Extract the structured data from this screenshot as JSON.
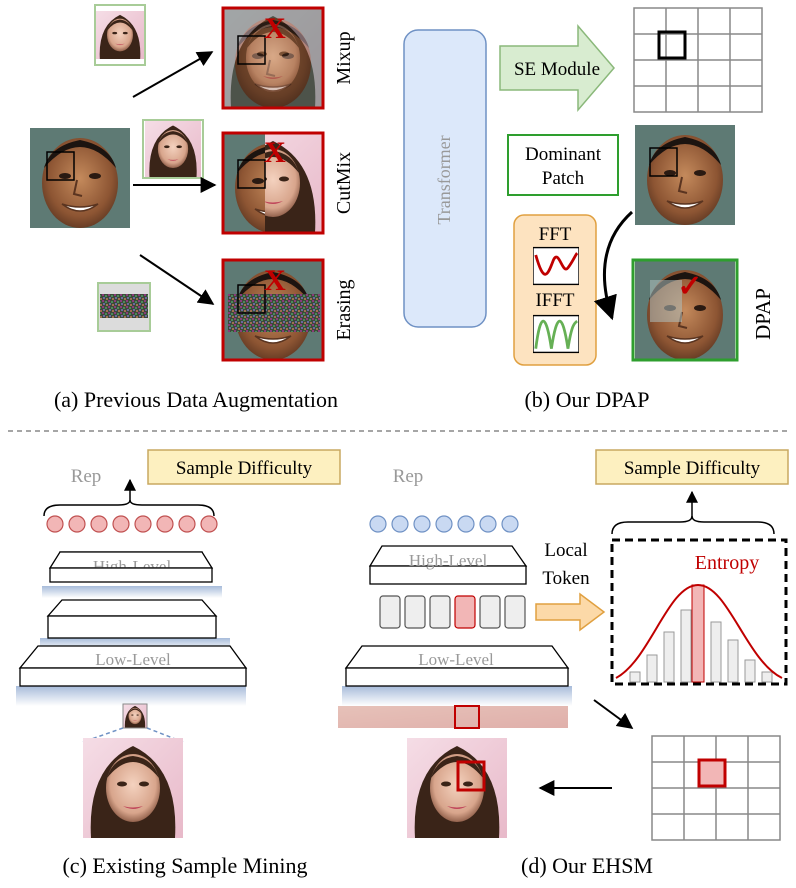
{
  "panel_a": {
    "caption": "(a) Previous Data Augmentation",
    "methods": [
      "Mixup",
      "CutMix",
      "Erasing"
    ],
    "reject_mark": "X"
  },
  "panel_b": {
    "caption": "(b) Our DPAP",
    "transformer_label": "Transformer",
    "se_module_label": "SE Module",
    "dominant_patch_line1": "Dominant",
    "dominant_patch_line2": "Patch",
    "fft_label": "FFT",
    "ifft_label": "IFFT",
    "dpap_label": "DPAP",
    "accept_mark": "✓"
  },
  "panel_c": {
    "caption": "(c) Existing Sample Mining",
    "rep_label": "Rep",
    "sample_difficulty_label": "Sample Difficulty",
    "high_level_label": "High-Level",
    "low_level_label": "Low-Level"
  },
  "panel_d": {
    "caption": "(d) Our EHSM",
    "rep_label": "Rep",
    "sample_difficulty_label": "Sample Difficulty",
    "high_level_label": "High-Level",
    "low_level_label": "Low-Level",
    "local_token_line1": "Local",
    "local_token_line2": "Token",
    "entropy_label": "Entropy"
  },
  "colors": {
    "red_accent": "#c00000",
    "green_accent": "#2e9e2e",
    "grey_text": "#999999",
    "transformer_fill": "#dce8fa",
    "se_arrow_fill": "#d8ecd0",
    "fft_box_fill": "#fde3c0",
    "token_arrow_fill": "#fcd9a8",
    "rep_circle_red": "#f2b6b6",
    "rep_circle_blue": "#c9d9f2"
  }
}
